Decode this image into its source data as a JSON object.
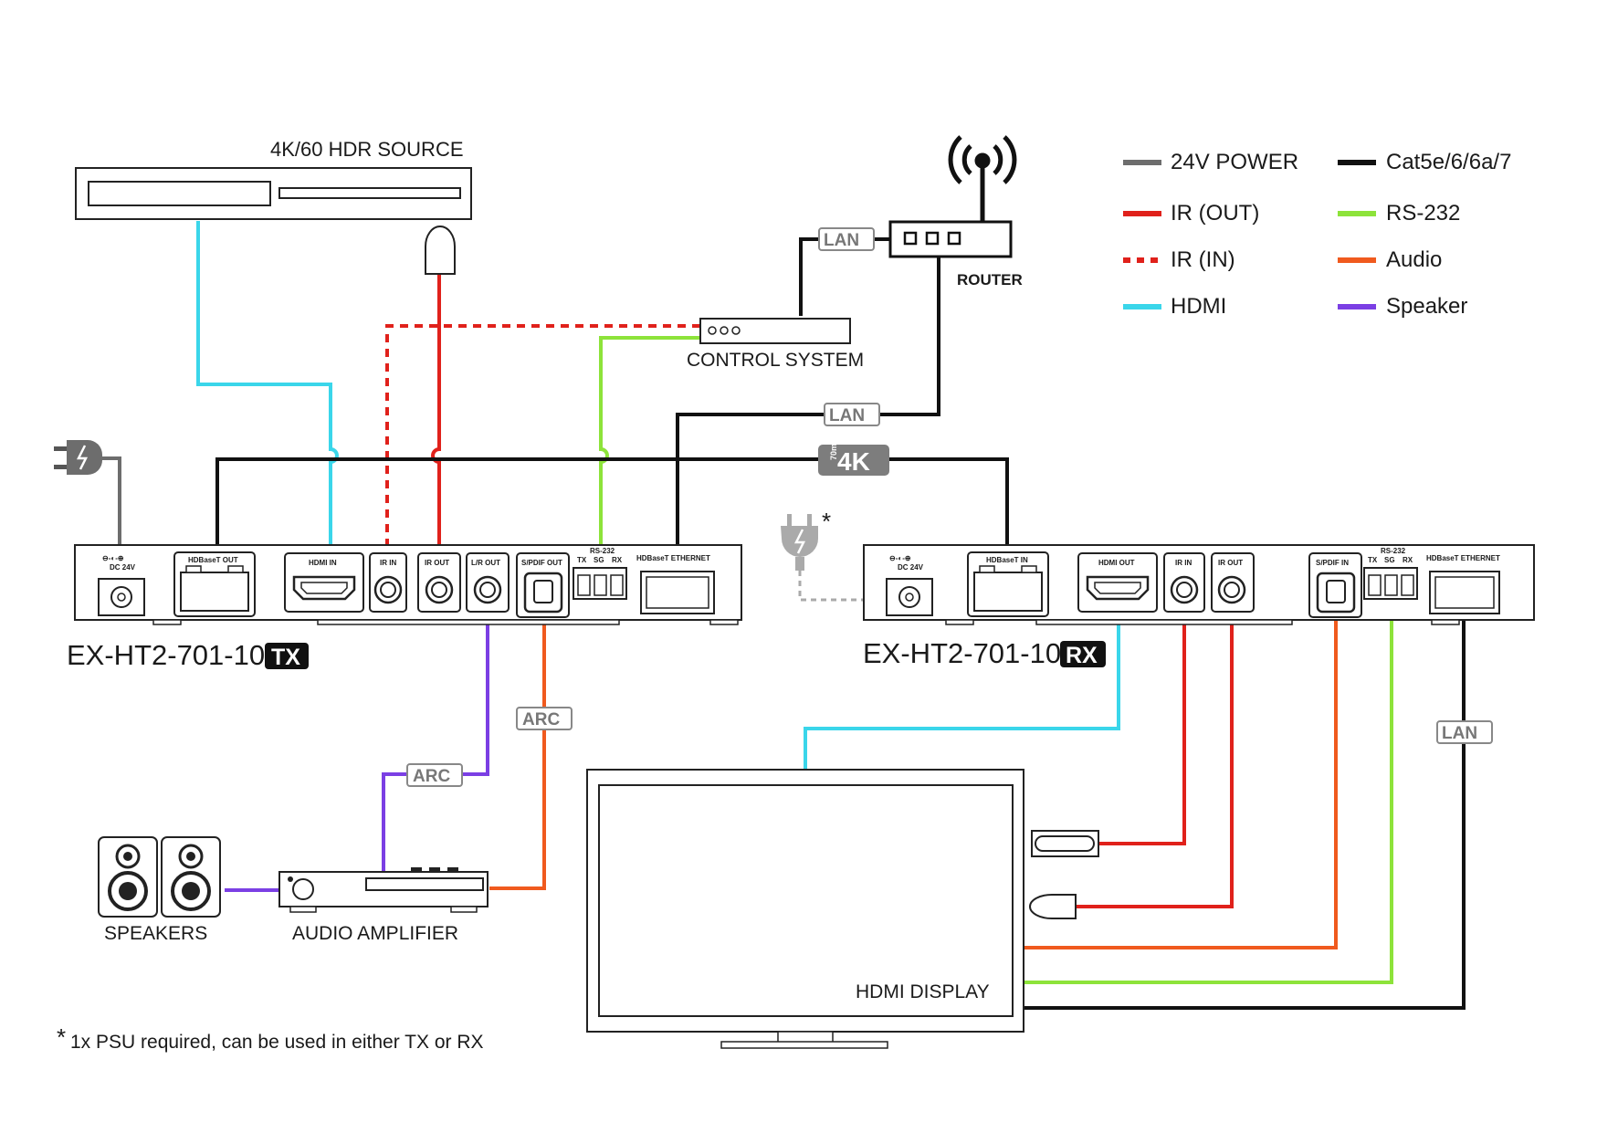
{
  "source": {
    "label": "4K/60 HDR SOURCE"
  },
  "router": {
    "label": "ROUTER"
  },
  "control_system": {
    "label": "CONTROL SYSTEM"
  },
  "tx": {
    "model": "EX-HT2-701-10",
    "badge": "TX",
    "ports": {
      "dc": "DC 24V",
      "hdbt_out": "HDBaseT OUT",
      "hdmi_in": "HDMI IN",
      "ir_in": "IR IN",
      "ir_out": "IR OUT",
      "lr_out": "L/R OUT",
      "spdif_out": "S/PDIF OUT",
      "rs232": "RS-232",
      "tx": "TX",
      "sg": "SG",
      "rx": "RX",
      "ethernet": "HDBaseT ETHERNET"
    }
  },
  "rx": {
    "model": "EX-HT2-701-10",
    "badge": "RX",
    "ports": {
      "dc": "DC 24V",
      "hdbt_in": "HDBaseT IN",
      "hdmi_out": "HDMI OUT",
      "ir_in": "IR IN",
      "ir_out": "IR OUT",
      "spdif_in": "S/PDIF IN",
      "rs232": "RS-232",
      "tx": "TX",
      "sg": "SG",
      "rx": "RX",
      "ethernet": "HDBaseT ETHERNET"
    }
  },
  "cable_tags": {
    "lan": "LAN",
    "arc": "ARC",
    "badge_70m": "70m",
    "badge_4k": "4K"
  },
  "speakers": {
    "label": "SPEAKERS"
  },
  "amplifier": {
    "label": "AUDIO AMPLIFIER"
  },
  "display": {
    "label": "HDMI DISPLAY"
  },
  "footnote": {
    "mark": "*",
    "text": "1x PSU required, can be used in either TX or RX"
  },
  "psu_mark": "*",
  "legend": [
    {
      "label": "24V POWER",
      "color": "#6d6d6d",
      "style": "solid"
    },
    {
      "label": "Cat5e/6/6a/7",
      "color": "#111111",
      "style": "solid"
    },
    {
      "label": "IR (OUT)",
      "color": "#e0211b",
      "style": "solid"
    },
    {
      "label": "RS-232",
      "color": "#8de33a",
      "style": "solid"
    },
    {
      "label": "IR (IN)",
      "color": "#e0211b",
      "style": "dashed"
    },
    {
      "label": "Audio",
      "color": "#f05a1e",
      "style": "solid"
    },
    {
      "label": "HDMI",
      "color": "#3ad6ea",
      "style": "solid"
    },
    {
      "label": "Speaker",
      "color": "#7b3fe4",
      "style": "solid"
    }
  ]
}
